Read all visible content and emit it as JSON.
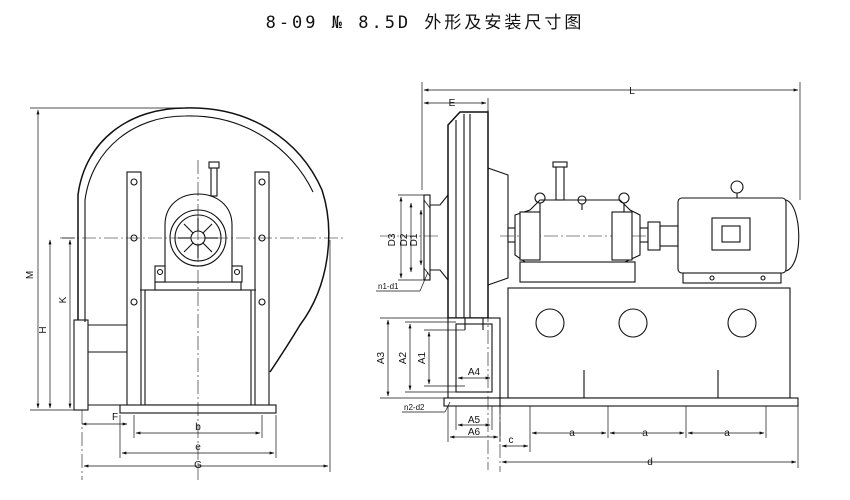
{
  "title": "8-09 № 8.5D 外形及安装尺寸图",
  "front_view": {
    "labels": {
      "M": "M",
      "H": "H",
      "K": "K",
      "F": "F",
      "b": "b",
      "e": "e",
      "G": "G"
    }
  },
  "side_view": {
    "labels": {
      "L": "L",
      "E": "E",
      "D3": "D3",
      "D2": "D2",
      "D1": "D1",
      "n1d1": "n1-d1",
      "A3": "A3",
      "A2": "A2",
      "A1": "A1",
      "A4": "A4",
      "n2d2": "n2-d2",
      "A5": "A5",
      "A6": "A6",
      "c": "c",
      "a1": "a",
      "a2": "a",
      "a3": "a",
      "d": "d"
    }
  }
}
